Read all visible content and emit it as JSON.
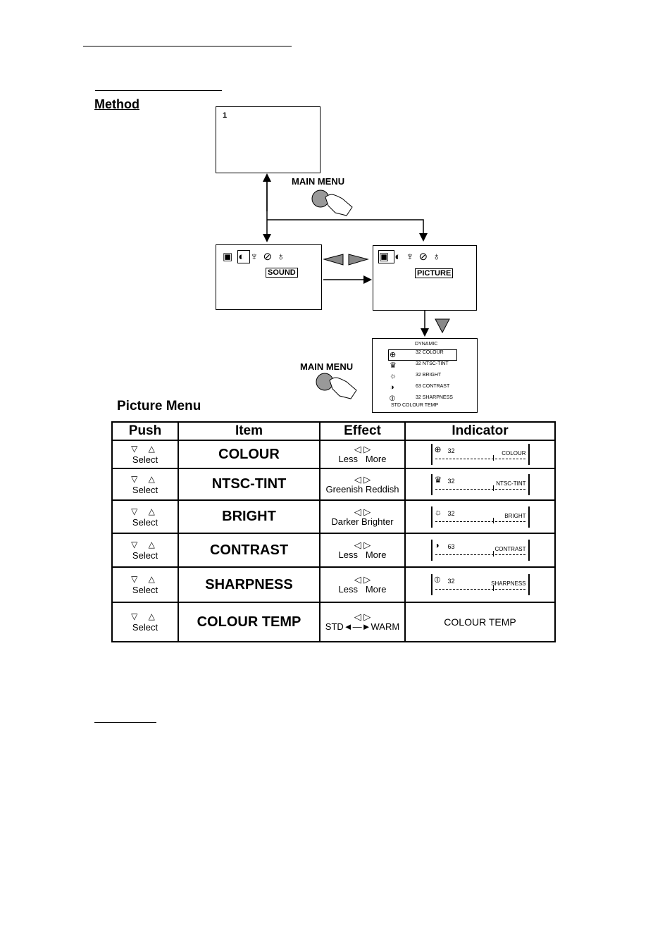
{
  "method_title": "Method",
  "top_screen": {
    "number": "1"
  },
  "main_menu_label": "MAIN MENU",
  "menu_bar_icons": [
    "tv-icon",
    "picture-icon",
    "antenna-icon",
    "timer-icon",
    "setup-icon"
  ],
  "sound_tab": "SOUND",
  "picture_tab": "PICTURE",
  "picture_submenu": {
    "mode": "DYNAMIC",
    "items": [
      {
        "value": "32",
        "name": "COLOUR"
      },
      {
        "value": "32",
        "name": "NTSC-TINT"
      },
      {
        "value": "32",
        "name": "BRIGHT"
      },
      {
        "value": "63",
        "name": "CONTRAST"
      },
      {
        "value": "32",
        "name": "SHARPNESS"
      }
    ],
    "std_label": "STD",
    "colour_temp": "COLOUR TEMP"
  },
  "table_title": "Picture Menu",
  "table": {
    "headers": [
      "Push",
      "Item",
      "Effect",
      "Indicator"
    ],
    "rows": [
      {
        "push_symbols": "▽ △",
        "push": "Select",
        "item": "COLOUR",
        "effect_left": "Less",
        "effect_right": "More",
        "ind_value": "32",
        "ind_name": "COLOUR"
      },
      {
        "push_symbols": "▽ △",
        "push": "Select",
        "item": "NTSC-TINT",
        "effect_left": "Greenish",
        "effect_right": "Reddish",
        "ind_value": "32",
        "ind_name": "NTSC-TINT"
      },
      {
        "push_symbols": "▽ △",
        "push": "Select",
        "item": "BRIGHT",
        "effect_left": "Darker",
        "effect_right": "Brighter",
        "ind_value": "32",
        "ind_name": "BRIGHT"
      },
      {
        "push_symbols": "▽ △",
        "push": "Select",
        "item": "CONTRAST",
        "effect_left": "Less",
        "effect_right": "More",
        "ind_value": "63",
        "ind_name": "CONTRAST"
      },
      {
        "push_symbols": "▽ △",
        "push": "Select",
        "item": "SHARPNESS",
        "effect_left": "Less",
        "effect_right": "More",
        "ind_value": "32",
        "ind_name": "SHARPNESS"
      },
      {
        "push_symbols": "▽ △",
        "push": "Select",
        "item": "COLOUR TEMP",
        "effect_left": "STD",
        "effect_right": "WARM",
        "indicator_text": "COLOUR TEMP"
      }
    ]
  }
}
